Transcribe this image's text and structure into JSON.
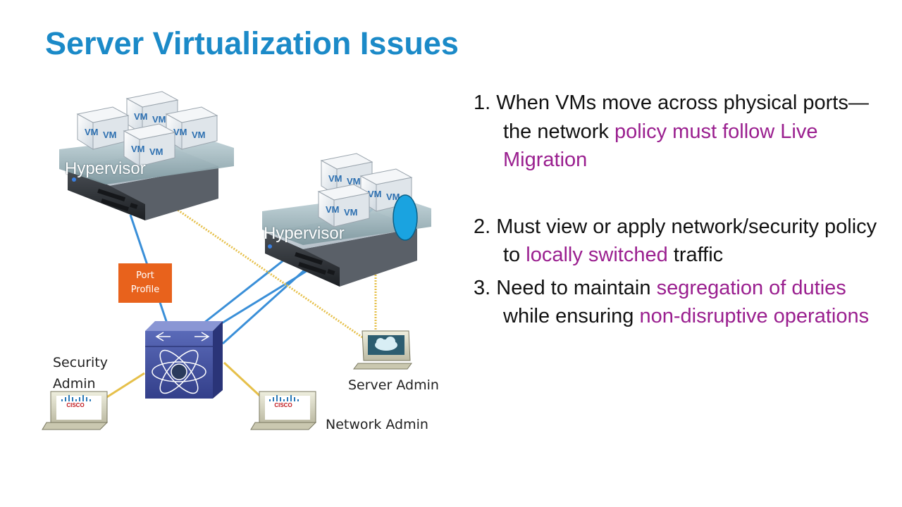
{
  "slide": {
    "title": "Server Virtualization Issues"
  },
  "diagram": {
    "vm_label": "VM",
    "hypervisor_label": "Hypervisor",
    "port_profile_line1": "Port",
    "port_profile_line2": "Profile",
    "security_admin_line1": "Security",
    "security_admin_line2": "Admin",
    "server_admin": "Server Admin",
    "network_admin": "Network Admin",
    "logo_text": "CISCO"
  },
  "points": [
    {
      "number": "1.",
      "parts": [
        "When VMs move across physical ports—the network ",
        "policy must follow Live Migration"
      ]
    },
    {
      "number": "2.",
      "parts": [
        "Must view or apply network/security policy to ",
        "locally switched",
        " traffic"
      ]
    },
    {
      "number": "3.",
      "parts": [
        "Need to maintain ",
        "segregation of duties",
        " while ensuring ",
        "non-disruptive operations"
      ]
    }
  ],
  "colors": {
    "title": "#1b8ac8",
    "highlight": "#9a1f8f",
    "blue_link": "#3a8fd8",
    "yellow_link": "#e6c04a",
    "port_profile": "#e8621c",
    "vswitch": "#1aa3e0"
  }
}
